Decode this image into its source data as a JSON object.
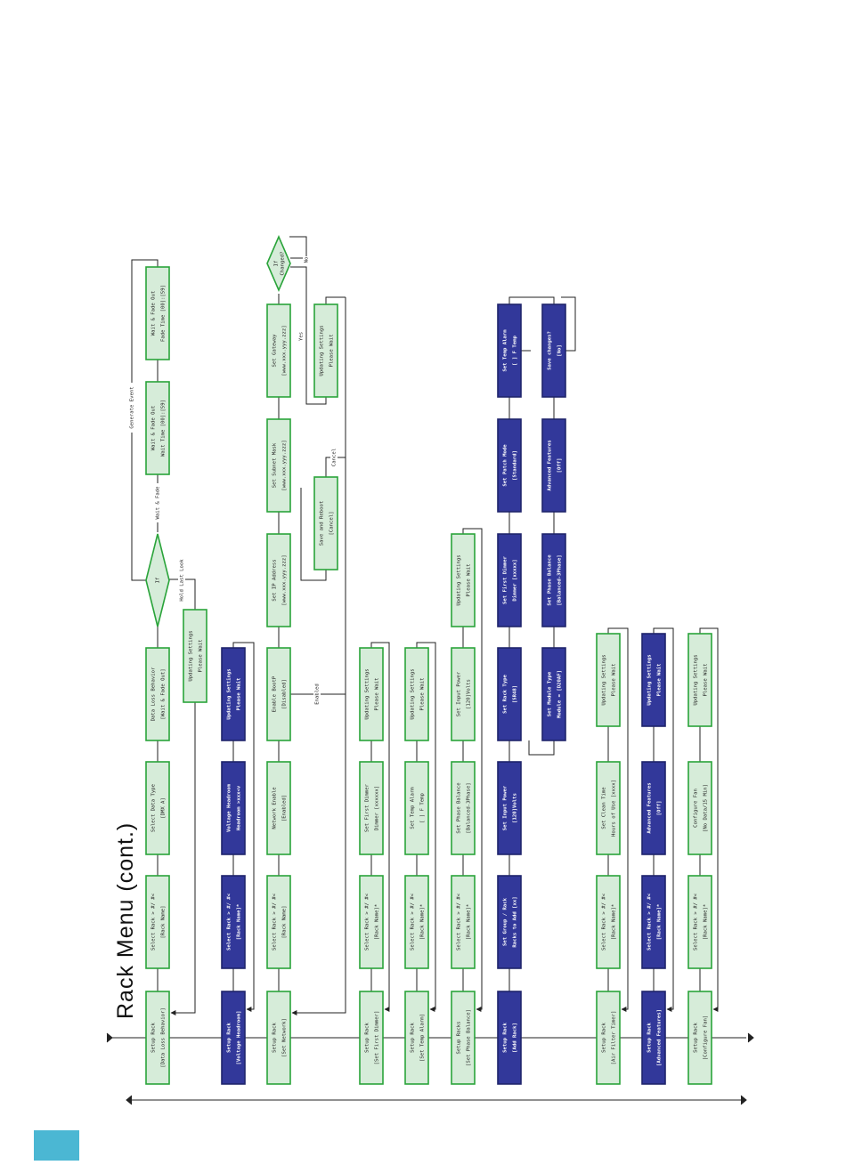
{
  "title": "Rack Menu (cont.)",
  "colors": {
    "green_fill": "#d6ecd9",
    "green_stroke": "#2aa43a",
    "blue_fill": "#32389a",
    "blue_stroke": "#1f246c",
    "line": "#222222",
    "tab": "#4bb7d3"
  },
  "boxes": [
    {
      "id": "r1c1",
      "l1": "Setup Rack",
      "l2": "[Data Loss Behavior]",
      "style": "green"
    },
    {
      "id": "r1c2",
      "l1": "Select Rack > #/ #<",
      "l2": "[Rack Name]",
      "style": "green"
    },
    {
      "id": "r1c3",
      "l1": "Select Data Type",
      "l2": "[DMX A]",
      "style": "green"
    },
    {
      "id": "r1c4",
      "l1": "Data Loss Behavior",
      "l2": "[Wait & Fade Out]",
      "style": "green"
    },
    {
      "id": "r1b",
      "l1": "Updating Settings",
      "l2": "Please Wait",
      "style": "green"
    },
    {
      "id": "r1w1",
      "l1": "Wait & Fade Out",
      "l2": "Wait Time [00]:[59]",
      "style": "green"
    },
    {
      "id": "r1w2",
      "l1": "Wait & Fade Out",
      "l2": "Fade Time [00]:[59]",
      "style": "green"
    },
    {
      "id": "r2c1",
      "l1": "Setup Rack",
      "l2": "[Voltage Headroom]",
      "style": "blue"
    },
    {
      "id": "r2c2",
      "l1": "Select Rack > #/ #<",
      "l2": "[Rack Name]*",
      "style": "blue"
    },
    {
      "id": "r2c3",
      "l1": "Voltage Headroom",
      "l2": "Headroom >xxx<v",
      "style": "blue"
    },
    {
      "id": "r2c4",
      "l1": "Updating Settings",
      "l2": "Please Wait",
      "style": "blue"
    },
    {
      "id": "r3c1",
      "l1": "Setup Rack",
      "l2": "[Set Network]",
      "style": "green"
    },
    {
      "id": "r3c2",
      "l1": "Select Rack > #/ #<",
      "l2": "[Rack Name]",
      "style": "green"
    },
    {
      "id": "r3c3",
      "l1": "Network Enable",
      "l2": "[Enabled]",
      "style": "green"
    },
    {
      "id": "r3c4",
      "l1": "Enable BootP",
      "l2": "[Disabled]",
      "style": "green"
    },
    {
      "id": "r3c5",
      "l1": "Set IP Address",
      "l2": "[www.xxx.yyy.zzz]",
      "style": "green"
    },
    {
      "id": "r3c6",
      "l1": "Set Subnet Mask",
      "l2": "[www.xxx.yyy.zzz]",
      "style": "green"
    },
    {
      "id": "r3c7",
      "l1": "Set Gateway",
      "l2": "[www.xxx.yyy.zzz]",
      "style": "green"
    },
    {
      "id": "r3s",
      "l1": "Save and Reboot",
      "l2": "[Cancel]",
      "style": "green"
    },
    {
      "id": "r3u",
      "l1": "Updating Settings",
      "l2": "Please Wait",
      "style": "green"
    },
    {
      "id": "r4c1",
      "l1": "Setup Rack",
      "l2": "[Set First Dimmer]",
      "style": "green"
    },
    {
      "id": "r4c2",
      "l1": "Select Rack > #/ #<",
      "l2": "[Rack Name]*",
      "style": "green"
    },
    {
      "id": "r4c3",
      "l1": "Set First Dimmer",
      "l2": "Dimmer [xxxxxx]",
      "style": "green"
    },
    {
      "id": "r4c4",
      "l1": "Updating Settings",
      "l2": "Please Wait",
      "style": "green"
    },
    {
      "id": "r5c1",
      "l1": "Setup Rack",
      "l2": "[Set Temp Alarm]",
      "style": "green"
    },
    {
      "id": "r5c2",
      "l1": "Select Rack > #/ #<",
      "l2": "[Rack Name]*",
      "style": "green"
    },
    {
      "id": "r5c3",
      "l1": "Set Temp Alarm",
      "l2": "[   ] F Temp",
      "style": "green"
    },
    {
      "id": "r5c4",
      "l1": "Updating Settings",
      "l2": "Please Wait",
      "style": "green"
    },
    {
      "id": "r6c1",
      "l1": "Setup Racks",
      "l2": "[Set Phase Balance]",
      "style": "green"
    },
    {
      "id": "r6c2",
      "l1": "Select Rack > #/ #<",
      "l2": "[Rack Name]*",
      "style": "green"
    },
    {
      "id": "r6c3",
      "l1": "Set Phase Balance",
      "l2": "[Balanced-3Phase]",
      "style": "green"
    },
    {
      "id": "r6c4",
      "l1": "Set Input Power",
      "l2": "[120]Volts",
      "style": "green"
    },
    {
      "id": "r6c5",
      "l1": "Updating Settings",
      "l2": "Please Wait",
      "style": "green"
    },
    {
      "id": "r7c1",
      "l1": "Setup Rack",
      "l2": "[Add Rack]",
      "style": "blue"
    },
    {
      "id": "r7c2",
      "l1": "Set Group / Rack",
      "l2": "Racks to Add [xx]",
      "style": "blue"
    },
    {
      "id": "r7c3",
      "l1": "Set Input Power",
      "l2": "[120]Volts",
      "style": "blue"
    },
    {
      "id": "r7c4",
      "l1": "Set Rack Type",
      "l2": "[SR48]",
      "style": "blue"
    },
    {
      "id": "r7c5",
      "l1": "Set First Dimmer",
      "l2": "Dimmer [xxxxx]",
      "style": "blue"
    },
    {
      "id": "r7c6",
      "l1": "Set Patch Mode",
      "l2": "[Standard]",
      "style": "blue"
    },
    {
      "id": "r7c7",
      "l1": "Set Temp Alarm",
      "l2": "[   ] F Temp",
      "style": "blue"
    },
    {
      "id": "r7d1",
      "l1": "Set Module Type",
      "l2": "Module = [D20AF]",
      "style": "blue"
    },
    {
      "id": "r7d2",
      "l1": "Set Phase Balance",
      "l2": "[Balanced-3Phase]",
      "style": "blue"
    },
    {
      "id": "r7d3",
      "l1": "Advanced Features",
      "l2": "[Off]",
      "style": "blue"
    },
    {
      "id": "r7d4",
      "l1": "Save changes?",
      "l2": "[No]",
      "style": "blue"
    },
    {
      "id": "r8c1",
      "l1": "Setup Rack",
      "l2": "[Air Filter Timer]",
      "style": "green"
    },
    {
      "id": "r8c2",
      "l1": "Select Rack > #/ #<",
      "l2": "[Rack Name]*",
      "style": "green"
    },
    {
      "id": "r8c3",
      "l1": "Set Clean Time",
      "l2": "Hours of Use [xxxx]",
      "style": "green"
    },
    {
      "id": "r8c4",
      "l1": "Updating Settings",
      "l2": "Please Wait",
      "style": "green"
    },
    {
      "id": "r9c1",
      "l1": "Setup Rack",
      "l2": "[Advanced Features]",
      "style": "blue"
    },
    {
      "id": "r9c2",
      "l1": "Select Rack > #/ #<",
      "l2": "[Rack Name]*",
      "style": "blue"
    },
    {
      "id": "r9c3",
      "l1": "Advanced Features",
      "l2": "[Off]",
      "style": "blue"
    },
    {
      "id": "r9c4",
      "l1": "Updating Settings",
      "l2": "Please Wait",
      "style": "blue"
    },
    {
      "id": "r10c1",
      "l1": "Setup Rack",
      "l2": "[Configure Fan]",
      "style": "green"
    },
    {
      "id": "r10c2",
      "l1": "Select Rack > #/ #<",
      "l2": "[Rack Name]*",
      "style": "green"
    },
    {
      "id": "r10c3",
      "l1": "Configure Fan",
      "l2": "[No Data/15 Min]",
      "style": "green"
    },
    {
      "id": "r10c4",
      "l1": "Updating Settings",
      "l2": "Please Wait",
      "style": "green"
    }
  ],
  "diamonds": [
    {
      "id": "dif",
      "label": "If"
    },
    {
      "id": "dchg",
      "l1": "If",
      "l2": "Changed?"
    }
  ],
  "labels": [
    {
      "id": "lbl_wait",
      "text": "Wait & Fade"
    },
    {
      "id": "lbl_gen",
      "text": "Generate Event"
    },
    {
      "id": "lbl_hold",
      "text": "Hold Last Look"
    },
    {
      "id": "lbl_enabled",
      "text": "Enabled"
    },
    {
      "id": "lbl_cancel",
      "text": "Cancel"
    },
    {
      "id": "lbl_yes",
      "text": "Yes"
    },
    {
      "id": "lbl_no",
      "text": "No"
    }
  ]
}
